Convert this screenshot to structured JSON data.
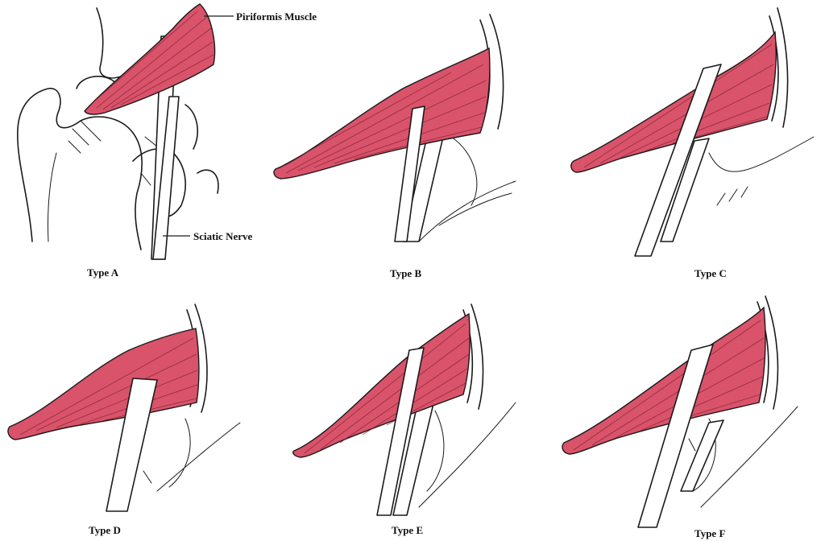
{
  "labels": {
    "muscle": "Piriformis Muscle",
    "nerve": "Sciatic Nerve"
  },
  "panels": [
    {
      "id": "A",
      "caption": "Type A"
    },
    {
      "id": "B",
      "caption": "Type B"
    },
    {
      "id": "C",
      "caption": "Type C"
    },
    {
      "id": "D",
      "caption": "Type D"
    },
    {
      "id": "E",
      "caption": "Type E"
    },
    {
      "id": "F",
      "caption": "Type F"
    }
  ],
  "colors": {
    "muscle": "#d9536a",
    "muscle_light": "#ee6f83",
    "outline": "#1a1a1a",
    "background": "#ffffff"
  }
}
